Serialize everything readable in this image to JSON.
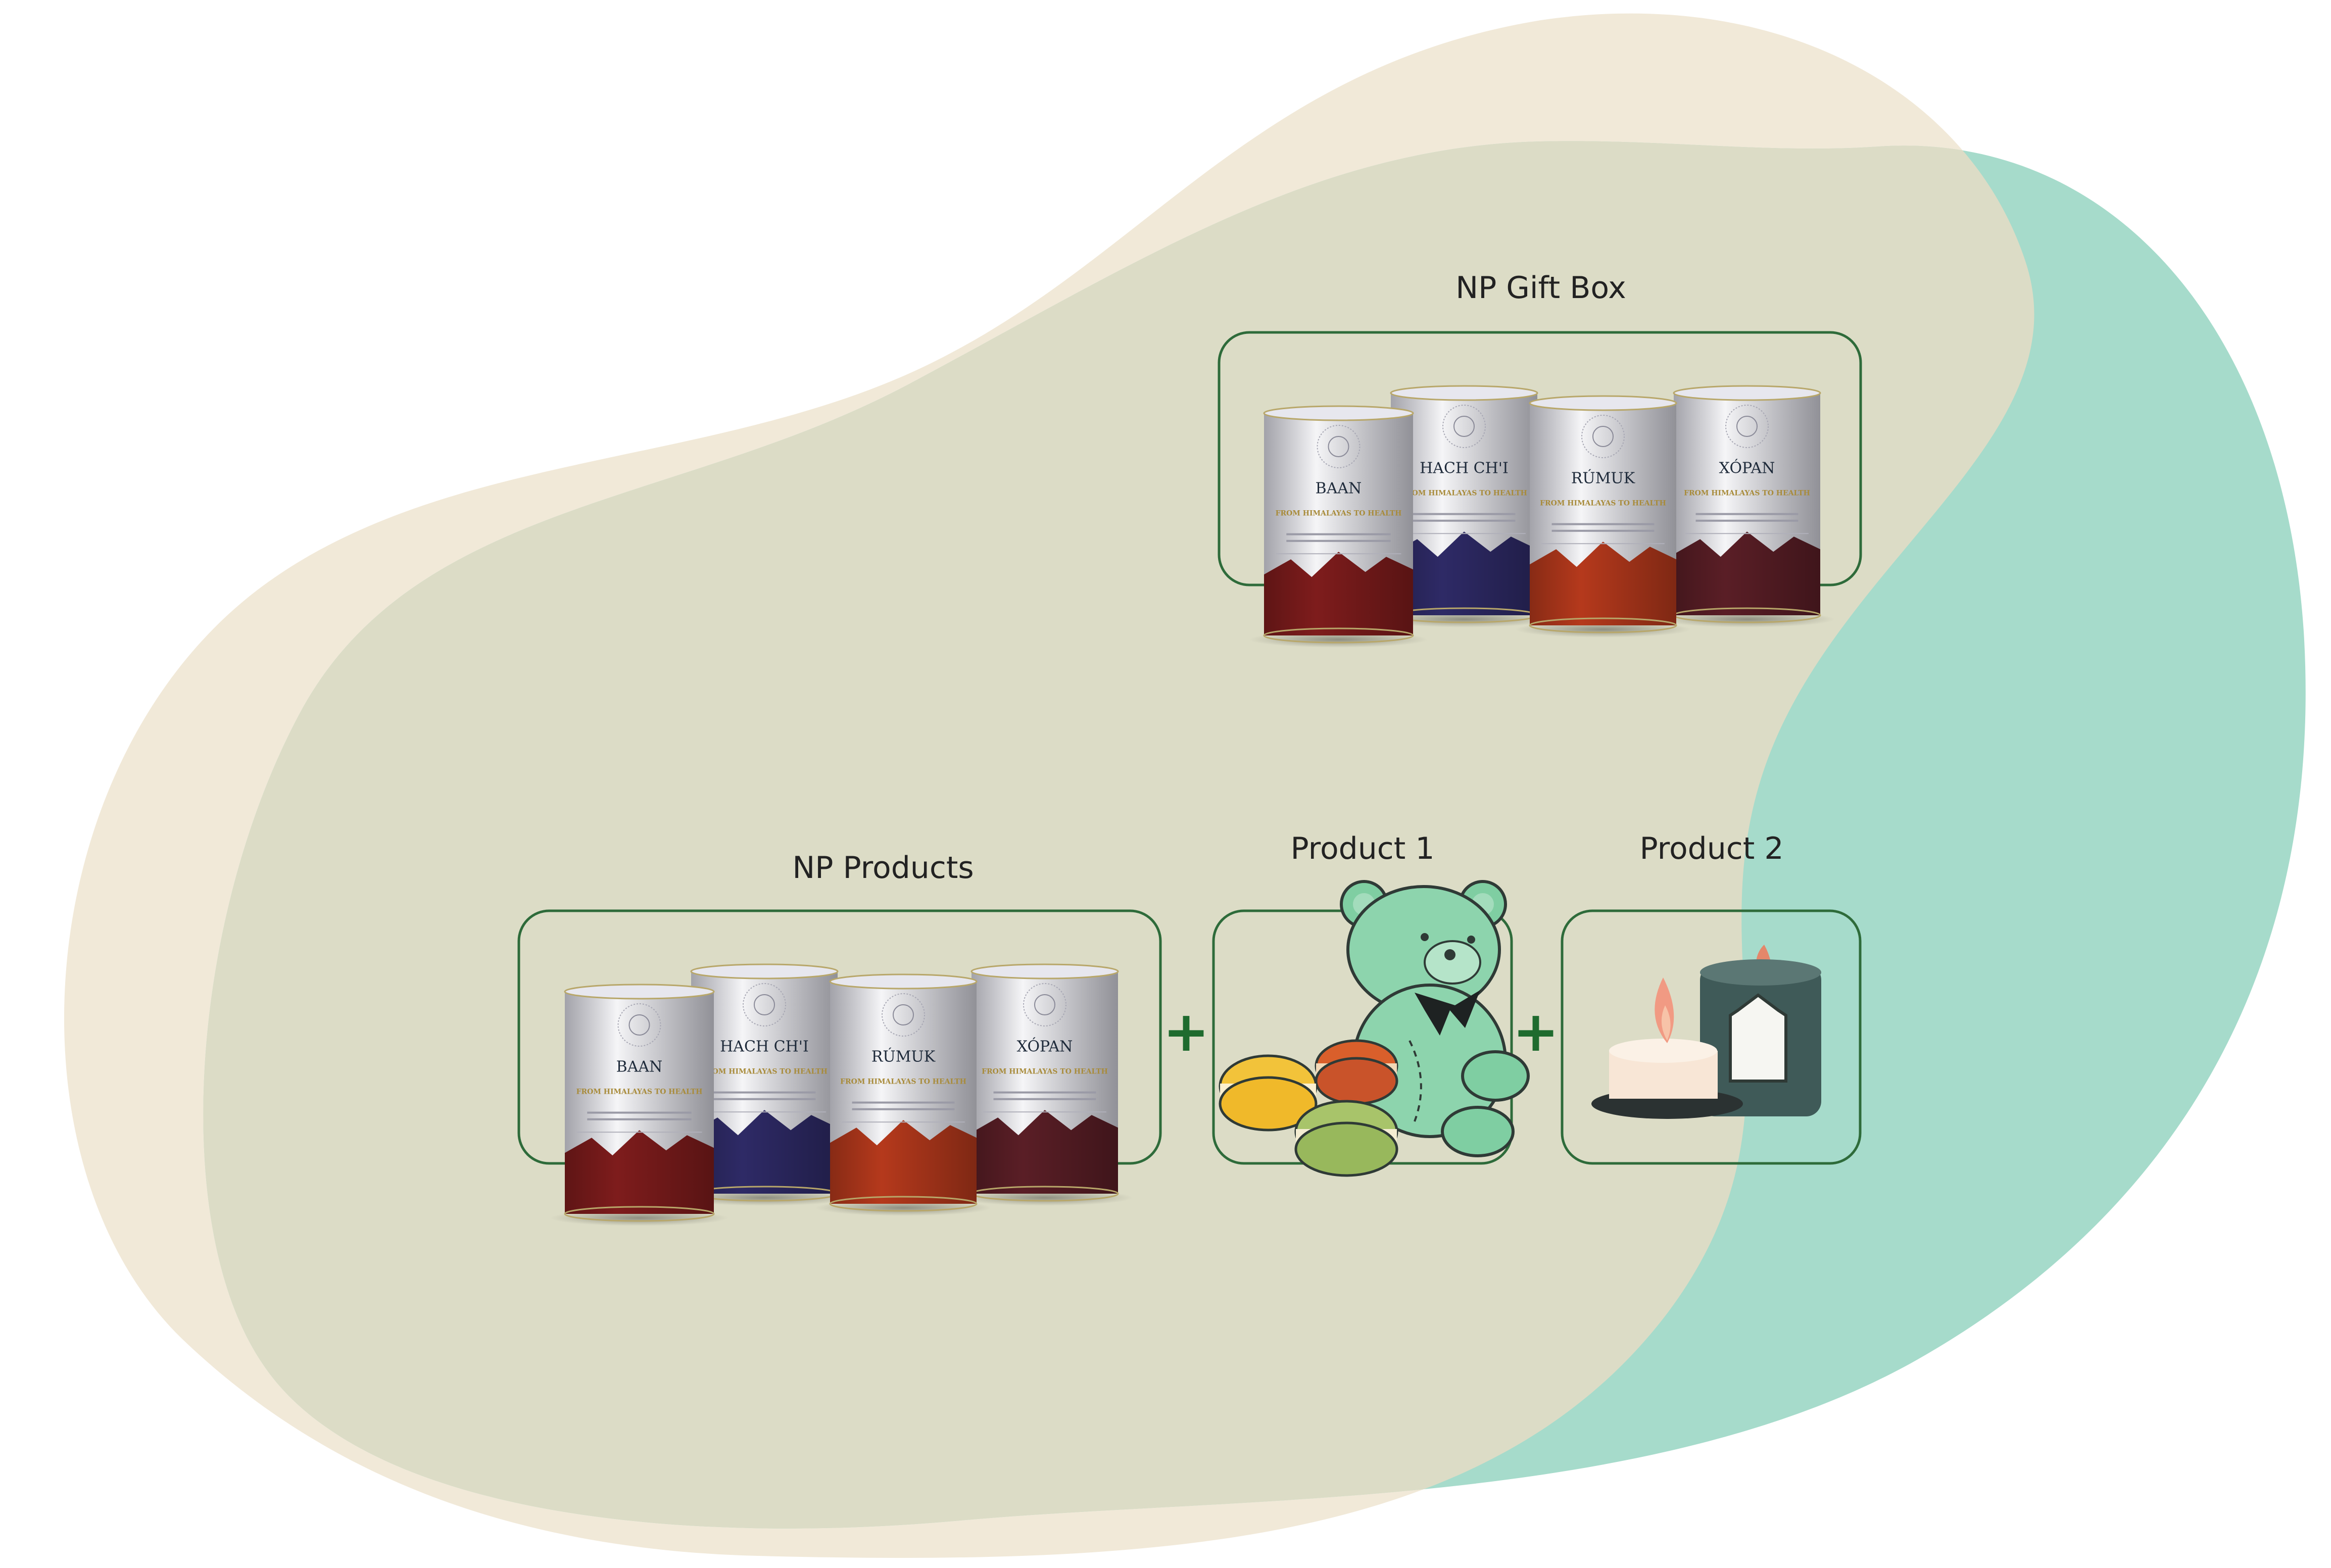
{
  "colors": {
    "blob_beige": "#f1e9d8",
    "blob_teal": "#a6dbcb",
    "blob_overlap": "#dcdcc6",
    "box_stroke": "#2e6b3a",
    "plus": "#1f6b2e"
  },
  "gift_box": {
    "label": "NP Gift Box"
  },
  "np_products": {
    "label": "NP Products"
  },
  "product1": {
    "label": "Product 1"
  },
  "product2": {
    "label": "Product 2"
  },
  "plus_sign": "+",
  "cans": [
    {
      "name": "BAAN",
      "tagline": "FROM HIMALAYAS TO HEALTH",
      "band": "#7e1c1c"
    },
    {
      "name": "HACH CH'I",
      "tagline": "FROM HIMALAYAS TO HEALTH",
      "band": "#2e2a66"
    },
    {
      "name": "RÚMUK",
      "tagline": "FROM HIMALAYAS TO HEALTH",
      "band": "#b5391c"
    },
    {
      "name": "XÓPAN",
      "tagline": "FROM HIMALAYAS TO HEALTH",
      "band": "#5a1e26"
    }
  ]
}
